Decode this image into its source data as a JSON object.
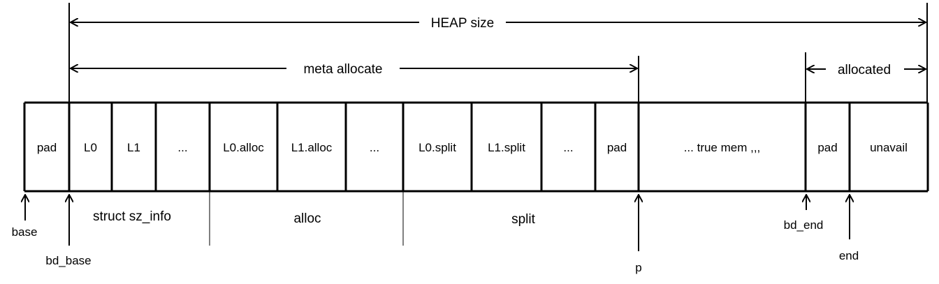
{
  "spans": {
    "heap_size": "HEAP size",
    "meta_allocate": "meta allocate",
    "allocated": "allocated"
  },
  "cells": [
    "pad",
    "L0",
    "L1",
    "...",
    "L0.alloc",
    "L1.alloc",
    "...",
    "L0.split",
    "L1.split",
    "...",
    "pad",
    "... true mem ,,,",
    "pad",
    "unavail"
  ],
  "groups": {
    "struct_sz_info": "struct sz_info",
    "alloc": "alloc",
    "split": "split"
  },
  "pointers": {
    "base": "base",
    "bd_base": "bd_base",
    "p": "p",
    "bd_end": "bd_end",
    "end": "end"
  }
}
